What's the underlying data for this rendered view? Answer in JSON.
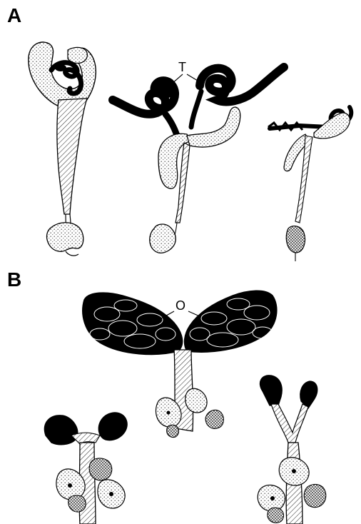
{
  "panels": [
    {
      "label": "A",
      "annotation": "T"
    },
    {
      "label": "B",
      "annotation": "O"
    }
  ],
  "palette": {
    "ink": "#000000",
    "paper": "#ffffff",
    "stipple": "#bdbdbd",
    "hatch": "#555555"
  }
}
